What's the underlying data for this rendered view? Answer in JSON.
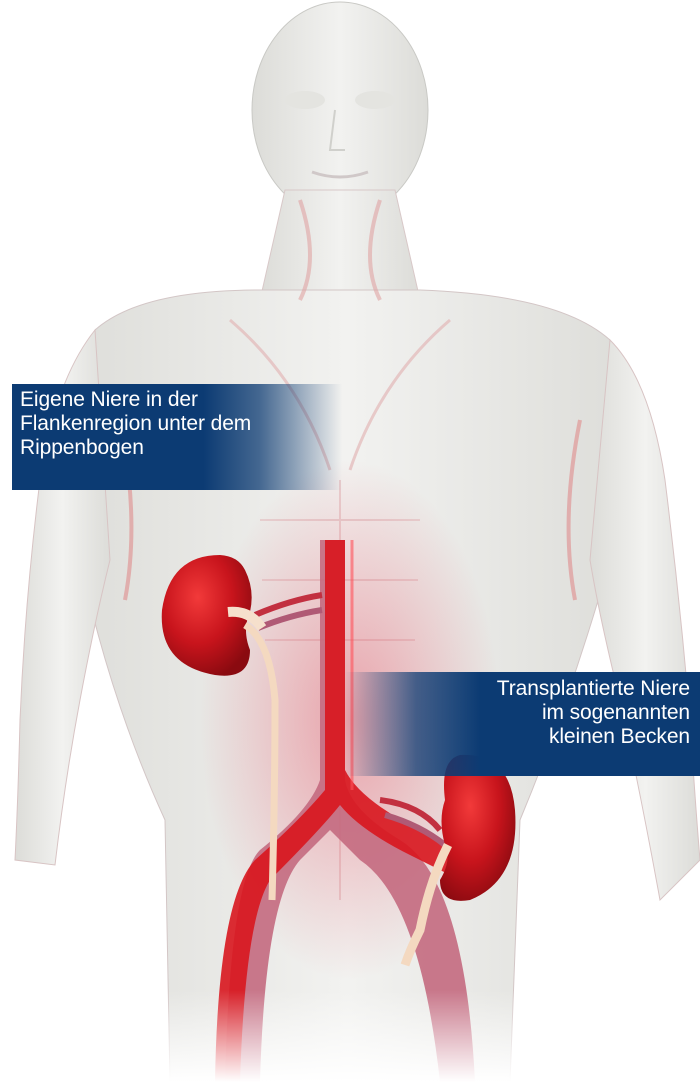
{
  "labels": {
    "own_kidney": {
      "line1": "Eigene Niere in der",
      "line2": "Flankenregion unter dem",
      "line3": "Rippenbogen"
    },
    "transplanted_kidney": {
      "line1": "Transplantierte Niere",
      "line2": "im sogenannten",
      "line3": "kleinen Becken"
    }
  },
  "colors": {
    "label_background": "#0c3b73",
    "label_text": "#ffffff",
    "kidney": "#c8141c",
    "artery": "#d8161e",
    "vein": "#b85a6e",
    "ureter": "#f4d9c0",
    "body": "#ececea"
  }
}
